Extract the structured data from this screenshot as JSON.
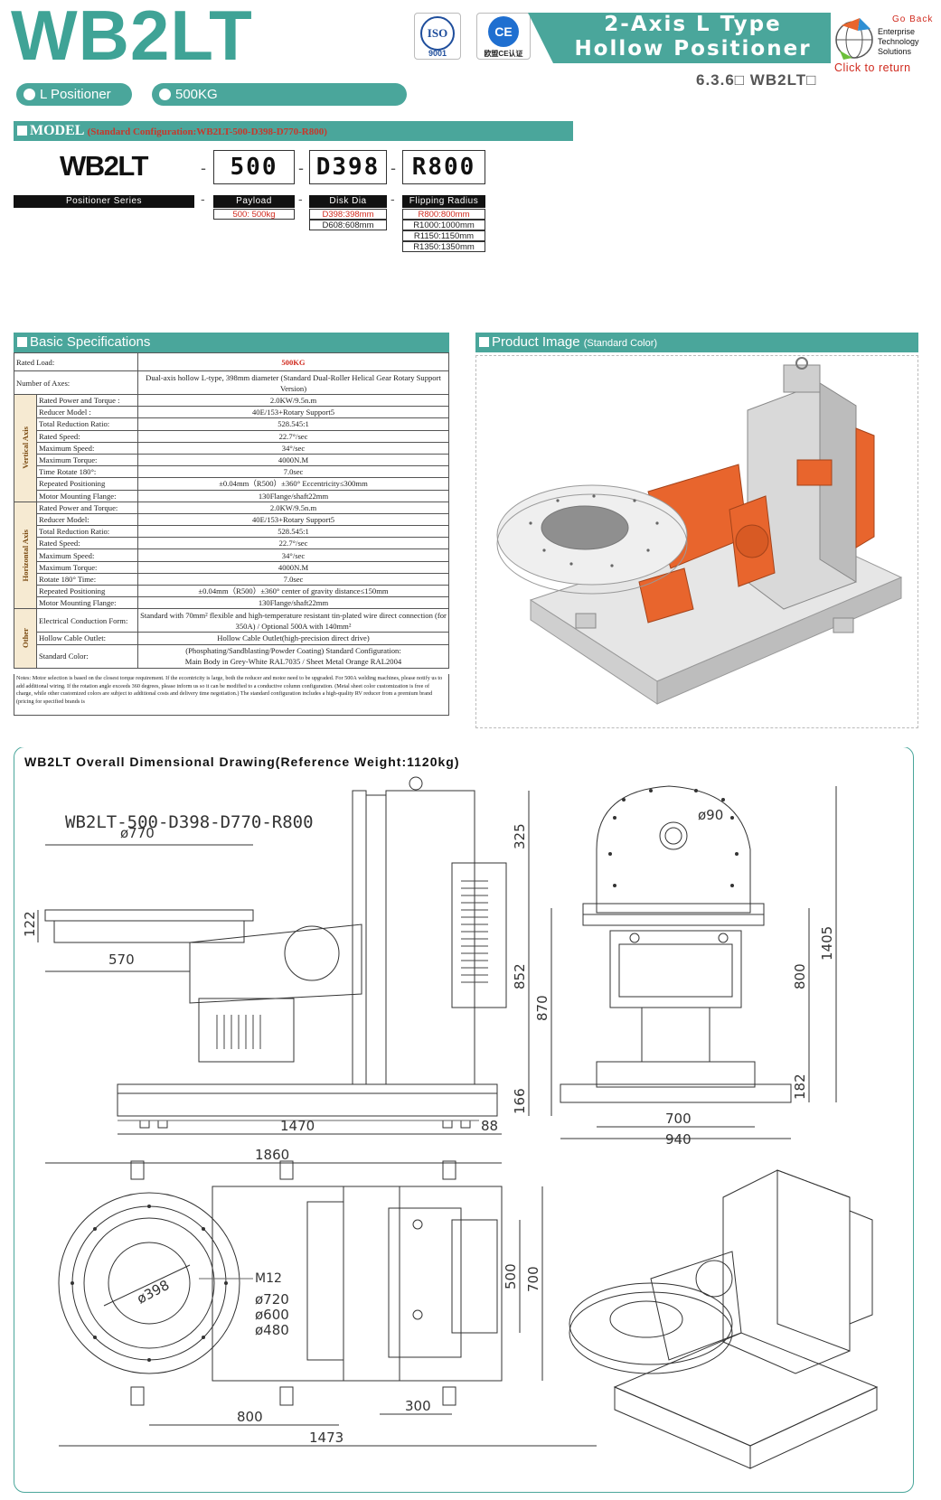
{
  "header": {
    "title": "WB2LT",
    "cert_iso": "ISO",
    "cert_iso_sub": "9001",
    "cert_ce": "CE",
    "cert_ce_sub": "欧盟CE认证",
    "banner_line1": "2-Axis L Type",
    "banner_line2": "Hollow Positioner",
    "version": "6.3.6□ WB2LT□",
    "goback_line1": "Go Back",
    "goback_brand": [
      "Enterprise",
      "Technology",
      "Solutions"
    ],
    "goback_link": "Click to return"
  },
  "pills": {
    "type": "L Positioner",
    "load": "500KG"
  },
  "model": {
    "section_label": "MODEL",
    "standard_config": "(Standard Configuration:WB2LT-500-D398-D770-R800)",
    "series_name": "WB2LT",
    "series_label": "Positioner Series",
    "codes": [
      "500",
      "D398",
      "R800"
    ],
    "payload_label": "Payload",
    "payload_options": [
      "500: 500kg"
    ],
    "disk_label": "Disk Dia",
    "disk_options": [
      "D398:398mm",
      "D608:608mm"
    ],
    "flip_label": "Flipping Radius",
    "flip_options": [
      "R800:800mm",
      "R1000:1000mm",
      "R1150:1150mm",
      "R1350:1350mm"
    ]
  },
  "basic_spec": {
    "section_label": "Basic Specifications",
    "rated_load_label": "Rated Load:",
    "rated_load_value": "500KG",
    "axes_label": "Number of Axes:",
    "axes_value": "Dual-axis hollow L-type, 398mm diameter (Standard Dual-Roller Helical Gear Rotary Support Version)",
    "vertical_group": "Vertical Axis",
    "vertical_rows": [
      [
        "Rated Power and Torque :",
        "2.0KW/9.5n.m"
      ],
      [
        "Reducer Model :",
        "40E/153+Rotary Support5"
      ],
      [
        "Total Reduction Ratio:",
        "528.545:1"
      ],
      [
        "Rated Speed:",
        "22.7°/sec"
      ],
      [
        "Maximum Speed:",
        "34°/sec"
      ],
      [
        "Maximum Torque:",
        "4000N.M"
      ],
      [
        "Time Rotate 180°:",
        "7.0sec"
      ],
      [
        "Repeated Positioning",
        "±0.04mm（R500）±360°  Eccentricity≤300mm"
      ],
      [
        "Motor Mounting Flange:",
        "130Flange/shaft22mm"
      ]
    ],
    "horizontal_group": "Horizontal Axis",
    "horizontal_rows": [
      [
        "Rated Power and Torque:",
        "2.0KW/9.5n.m"
      ],
      [
        "Reducer Model:",
        "40E/153+Rotary Support5"
      ],
      [
        "Total Reduction Ratio:",
        "528.545:1"
      ],
      [
        "Rated Speed:",
        "22.7°/sec"
      ],
      [
        "Maximum Speed:",
        "34°/sec"
      ],
      [
        "Maximum Torque:",
        "4000N.M"
      ],
      [
        "Rotate 180° Time:",
        "7.0sec"
      ],
      [
        "Repeated Positioning",
        "±0.04mm（R500）±360°  center of gravity distance≤150mm"
      ],
      [
        "Motor Mounting Flange:",
        "130Flange/shaft22mm"
      ]
    ],
    "other_group": "Other",
    "electrical_label": "Electrical Conduction Form:",
    "electrical_value": "Standard with 70mm² flexible and high-temperature resistant tin-plated wire direct connection (for 350A) / Optional 500A with 140mm²",
    "cable_label": "Hollow Cable Outlet:",
    "cable_value": "Hollow Cable Outlet(high-precision direct drive)",
    "color_label": "Standard Color:",
    "color_value_1": "(Phosphating/Sandblasting/Powder Coating) Standard Configuration:",
    "color_value_2": "Main Body in Grey-White RAL7035 / Sheet Metal Orange RAL2004",
    "notes": "Notes: Motor selection is based on the closest torque requirement. If the eccentricity is large, both the reducer and motor need to be upgraded. For 500A welding machines, please notify us to add additional wiring. If the rotation angle exceeds 360 degrees, please inform us so it can be modified to a conductive column configuration. (Metal sheet color customization is free of charge, while other customized colors are subject to additional costs and delivery time negotiation.) The standard configuration includes a high-quality RV reducer from a premium brand (pricing for specified brands is"
  },
  "product_image": {
    "section_label": "Product Image",
    "section_sub": "(Standard Color)"
  },
  "drawing": {
    "title": "WB2LT Overall Dimensional Drawing(Reference Weight:1120kg)",
    "model_label": "WB2LT-500-D398-D770-R800",
    "side_dims": {
      "dia": "ø770",
      "d122": "122",
      "d570": "570",
      "d325": "325",
      "d852": "852",
      "d870": "870",
      "d166": "166",
      "d1470": "1470",
      "d88": "88",
      "d1860": "1860"
    },
    "front_dims": {
      "dia90": "ø90",
      "d1405": "1405",
      "d800": "800",
      "d182": "182",
      "d700": "700",
      "d940": "940"
    },
    "top_dims": {
      "dia398": "ø398",
      "m12": "M12",
      "dia720": "ø720",
      "dia600": "ø600",
      "dia480": "ø480",
      "d500": "500",
      "d700": "700",
      "d300": "300",
      "d800": "800",
      "d1473": "1473"
    }
  },
  "colors": {
    "teal": "#4aa69b",
    "orange": "#e8652d",
    "red": "#d02a1e"
  }
}
